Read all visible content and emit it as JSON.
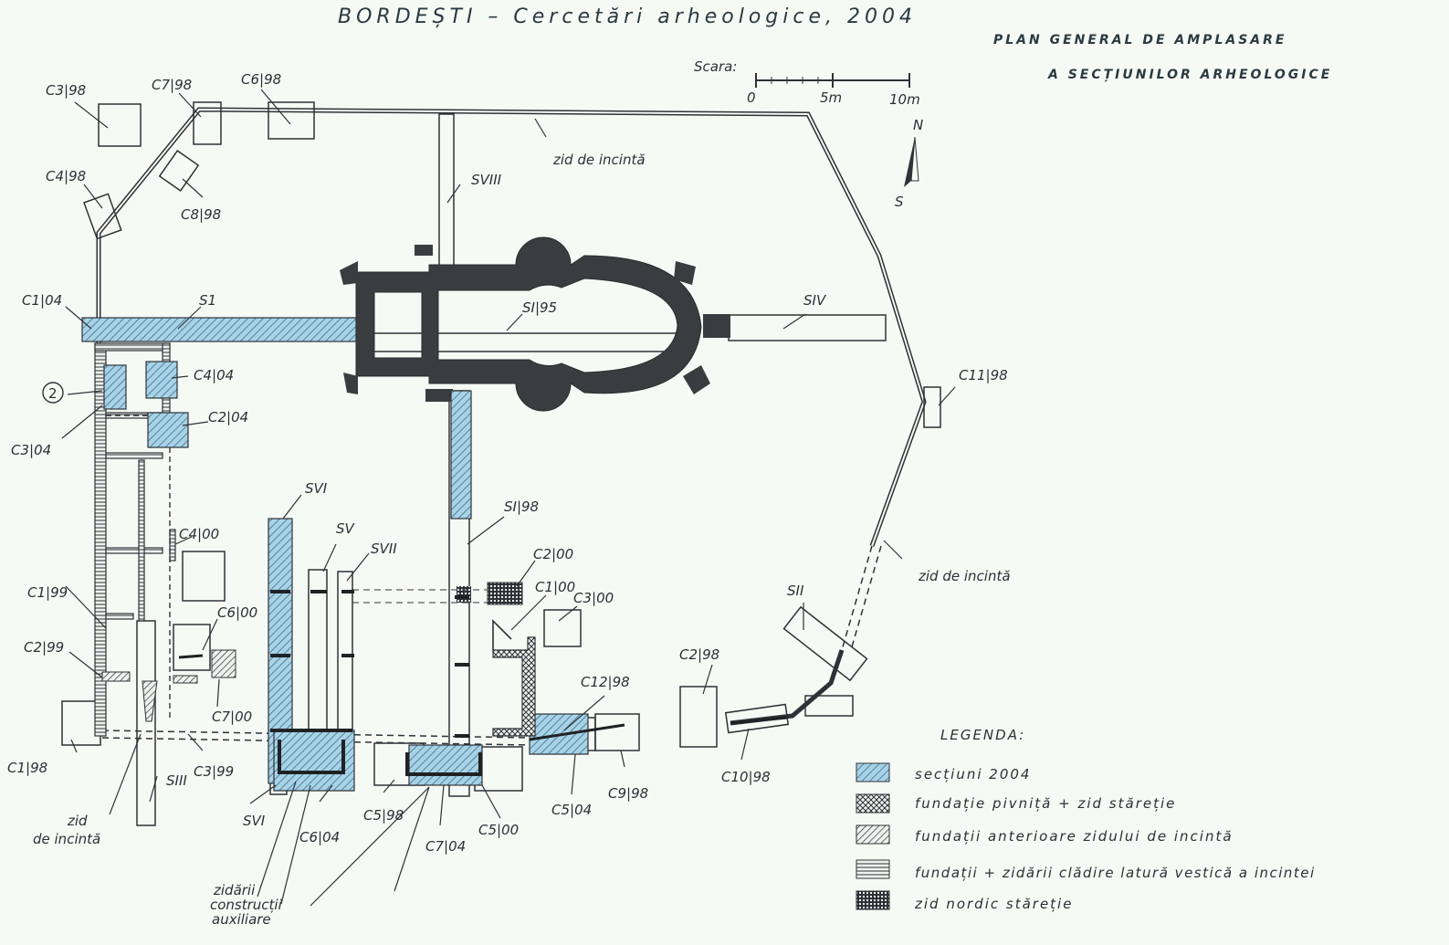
{
  "title": "BORDEȘTI – Cercetări arheologice, 2004",
  "subtitle_line1": "PLAN GENERAL DE AMPLASARE",
  "subtitle_line2": "A SECȚIUNILOR ARHEOLOGICE",
  "scale": {
    "label": "Scara:",
    "ticks": [
      "0",
      "5m",
      "10m"
    ]
  },
  "compass": {
    "north": "N",
    "south": "S"
  },
  "labels": {
    "c3_98": "C3|98",
    "c7_98": "C7|98",
    "c6_98": "C6|98",
    "c4_98": "C4|98",
    "c8_98": "C8|98",
    "zid_top": "zid de incintă",
    "s_viii": "SVIII",
    "c1_04": "C1|04",
    "s1": "S1",
    "si_95": "SI|95",
    "s_iv": "SIV",
    "c11_98": "C11|98",
    "circle2": "2",
    "c4_04": "C4|04",
    "c2_04": "C2|04",
    "c3_04": "C3|04",
    "s_vi_top": "SVI",
    "s_v": "SV",
    "s_vii": "SVII",
    "si_98": "SI|98",
    "c4_00": "C4|00",
    "c2_00": "C2|00",
    "c1_00": "C1|00",
    "c3_00": "C3|00",
    "zid_right": "zid de incintă",
    "s_ii": "SII",
    "c1_99": "C1|99",
    "c6_00": "C6|00",
    "c2_99": "C2|99",
    "c7_00": "C7|00",
    "c12_98": "C12|98",
    "c2_98": "C2|98",
    "c1_98": "C1|98",
    "c3_99": "C3|99",
    "s_iii": "SIII",
    "zid_bot1": "zid",
    "zid_bot2": "de incintă",
    "s_vi_bot": "SVI",
    "c6_04": "C6|04",
    "c5_98": "C5|98",
    "c7_04": "C7|04",
    "c5_00": "C5|00",
    "c5_04": "C5|04",
    "c9_98": "C9|98",
    "c10_98": "C10|98",
    "zidarii1": "zidării",
    "zidarii2": "construcții",
    "zidarii3": "auxiliare"
  },
  "legend": {
    "title": "LEGENDA:",
    "items": [
      {
        "text": "secțiuni 2004",
        "pattern": "blue-hatch"
      },
      {
        "text": "fundație pivniță + zid stăreție",
        "pattern": "cross-hatch"
      },
      {
        "text": "fundații anterioare zidului de incintă",
        "pattern": "diagonal-hatch"
      },
      {
        "text": "fundații + zidării clădire latură vestică a incintei",
        "pattern": "horizontal-lines"
      },
      {
        "text": "zid nordic stăreție",
        "pattern": "grid"
      }
    ]
  },
  "colors": {
    "ink": "#2e3236",
    "section2004": "#7fb8d6",
    "background": "#f6faf5"
  }
}
